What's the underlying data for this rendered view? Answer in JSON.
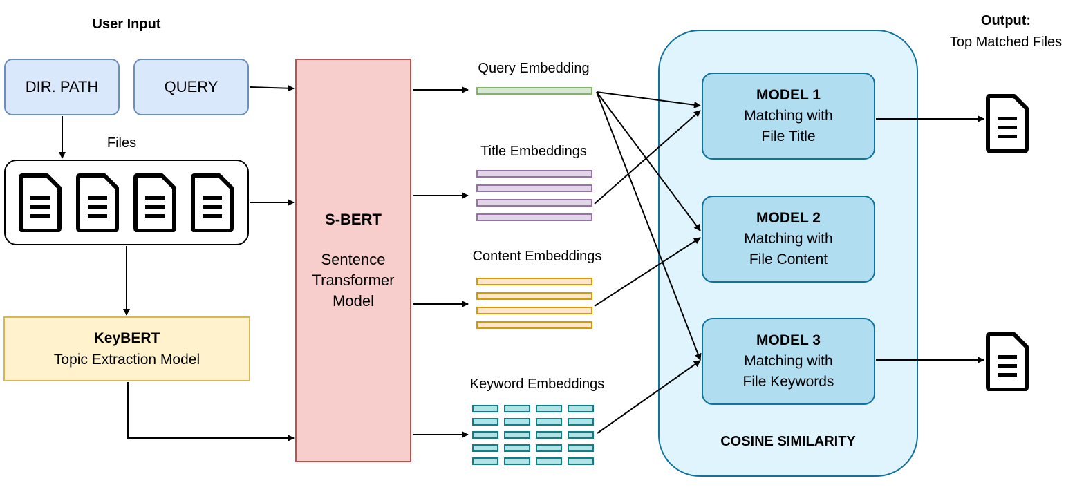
{
  "user_input": {
    "heading": "User Input",
    "dir_path": "DIR. PATH",
    "query": "QUERY"
  },
  "files": {
    "label": "Files"
  },
  "keybert": {
    "title": "KeyBERT",
    "subtitle": "Topic Extraction Model"
  },
  "sbert": {
    "title": "S-BERT",
    "line1": "Sentence",
    "line2": "Transformer",
    "line3": "Model"
  },
  "embeddings": {
    "query": "Query Embedding",
    "title": "Title Embeddings",
    "content": "Content Embeddings",
    "keyword": "Keyword Embeddings"
  },
  "models": [
    {
      "title": "MODEL 1",
      "line1": "Matching with",
      "line2": "File Title"
    },
    {
      "title": "MODEL 2",
      "line1": "Matching with",
      "line2": "File Content"
    },
    {
      "title": "MODEL 3",
      "line1": "Matching with",
      "line2": "File Keywords"
    }
  ],
  "cosine": {
    "label": "COSINE SIMILARITY"
  },
  "output": {
    "heading": "Output:",
    "subheading": "Top Matched Files"
  },
  "colors": {
    "input_fill": "#dae8fc",
    "input_stroke": "#6c8ebf",
    "keybert_fill": "#fff2cc",
    "keybert_stroke": "#d6b656",
    "sbert_fill": "#f8cecc",
    "sbert_stroke": "#b85450",
    "query_fill": "#d5e8d4",
    "query_stroke": "#82b366",
    "title_fill": "#e1d5e7",
    "title_stroke": "#9673a6",
    "content_fill": "#ffe6cc",
    "content_stroke": "#d79b00",
    "keyword_fill": "#b0e3e6",
    "keyword_stroke": "#0e8088",
    "model_fill": "#b1ddf0",
    "model_stroke": "#10739e",
    "container_fill": "#dff4fc"
  },
  "icons": [
    "document-icon"
  ]
}
